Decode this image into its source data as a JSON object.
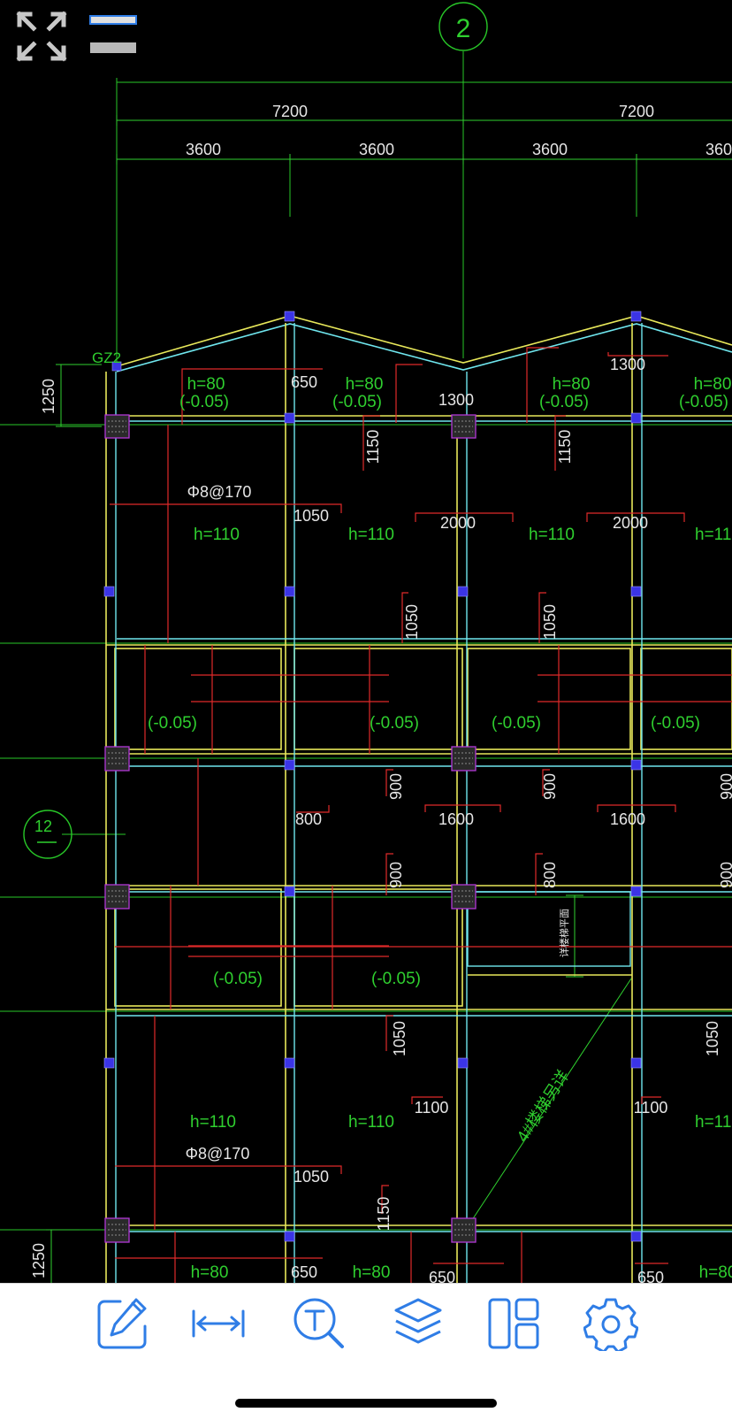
{
  "colors": {
    "yellow": "#e8e85a",
    "cyan": "#6fe6ee",
    "green": "#2fd12f",
    "red": "#e02a2a",
    "axis_green": "#28c828",
    "label_green": "#2fcf2f",
    "column_blue": "#3b34e6",
    "column_purple": "#b238d6",
    "white": "#e6e6e6",
    "toolbar_blue": "#2f7de6"
  },
  "axis_bubbles": {
    "grid_2": "2",
    "grid_12": "12"
  },
  "dims": {
    "top_total": [
      "7200",
      "7200"
    ],
    "top_sub": [
      "3600",
      "3600",
      "3600",
      "3600"
    ],
    "left_1250_top": "1250",
    "left_1250_bottom": "1250"
  },
  "column_tag": "GZ2",
  "labels": {
    "h80": "h=80",
    "h110": "h=110",
    "elev": "(-0.05)",
    "rebar": "Φ8@170",
    "stair_label": "4#楼梯另详",
    "stair_small": "详楼梯平面"
  },
  "numbers": {
    "n650": "650",
    "n1300": "1300",
    "n1150": "1150",
    "n1050": "1050",
    "n2000": "2000",
    "n900": "900",
    "n800": "800",
    "n1600": "1600",
    "n1100": "1100"
  },
  "toolbar": {
    "items": [
      "edit-icon",
      "measure-icon",
      "text-search-icon",
      "layers-icon",
      "layout-icon",
      "settings-icon"
    ]
  }
}
